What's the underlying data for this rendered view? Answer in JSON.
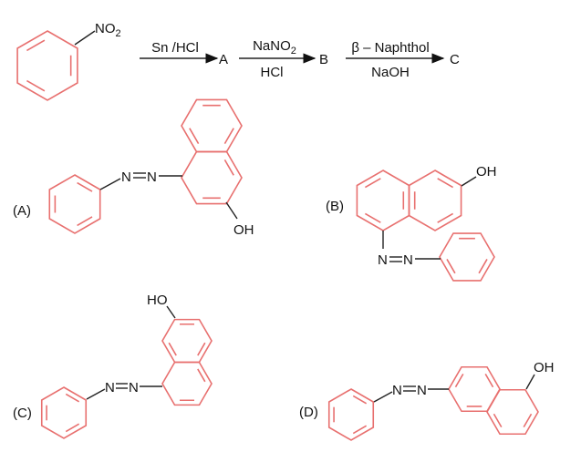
{
  "reaction": {
    "reactant_group_main": "NO",
    "reactant_group_sub": "2",
    "step1_reagent": "Sn /HCl",
    "product_a": "A",
    "step2_reagent_top_main": "NaNO",
    "step2_reagent_top_sub": "2",
    "step2_reagent_bottom": "HCl",
    "product_b": "B",
    "step3_reagent_top": "β – Naphthol",
    "step3_reagent_bottom": "NaOH",
    "product_c": "C"
  },
  "options": [
    {
      "label": "(A)",
      "n1": "N",
      "n2": "N",
      "oh": "OH"
    },
    {
      "label": "(B)",
      "n1": "N",
      "n2": "N",
      "oh": "OH"
    },
    {
      "label": "(C)",
      "n1": "N",
      "n2": "N",
      "oh": "HO"
    },
    {
      "label": "(D)",
      "n1": "N",
      "n2": "N",
      "oh": "OH"
    }
  ],
  "colors": {
    "ring": "#e8706f",
    "text": "#111111"
  }
}
